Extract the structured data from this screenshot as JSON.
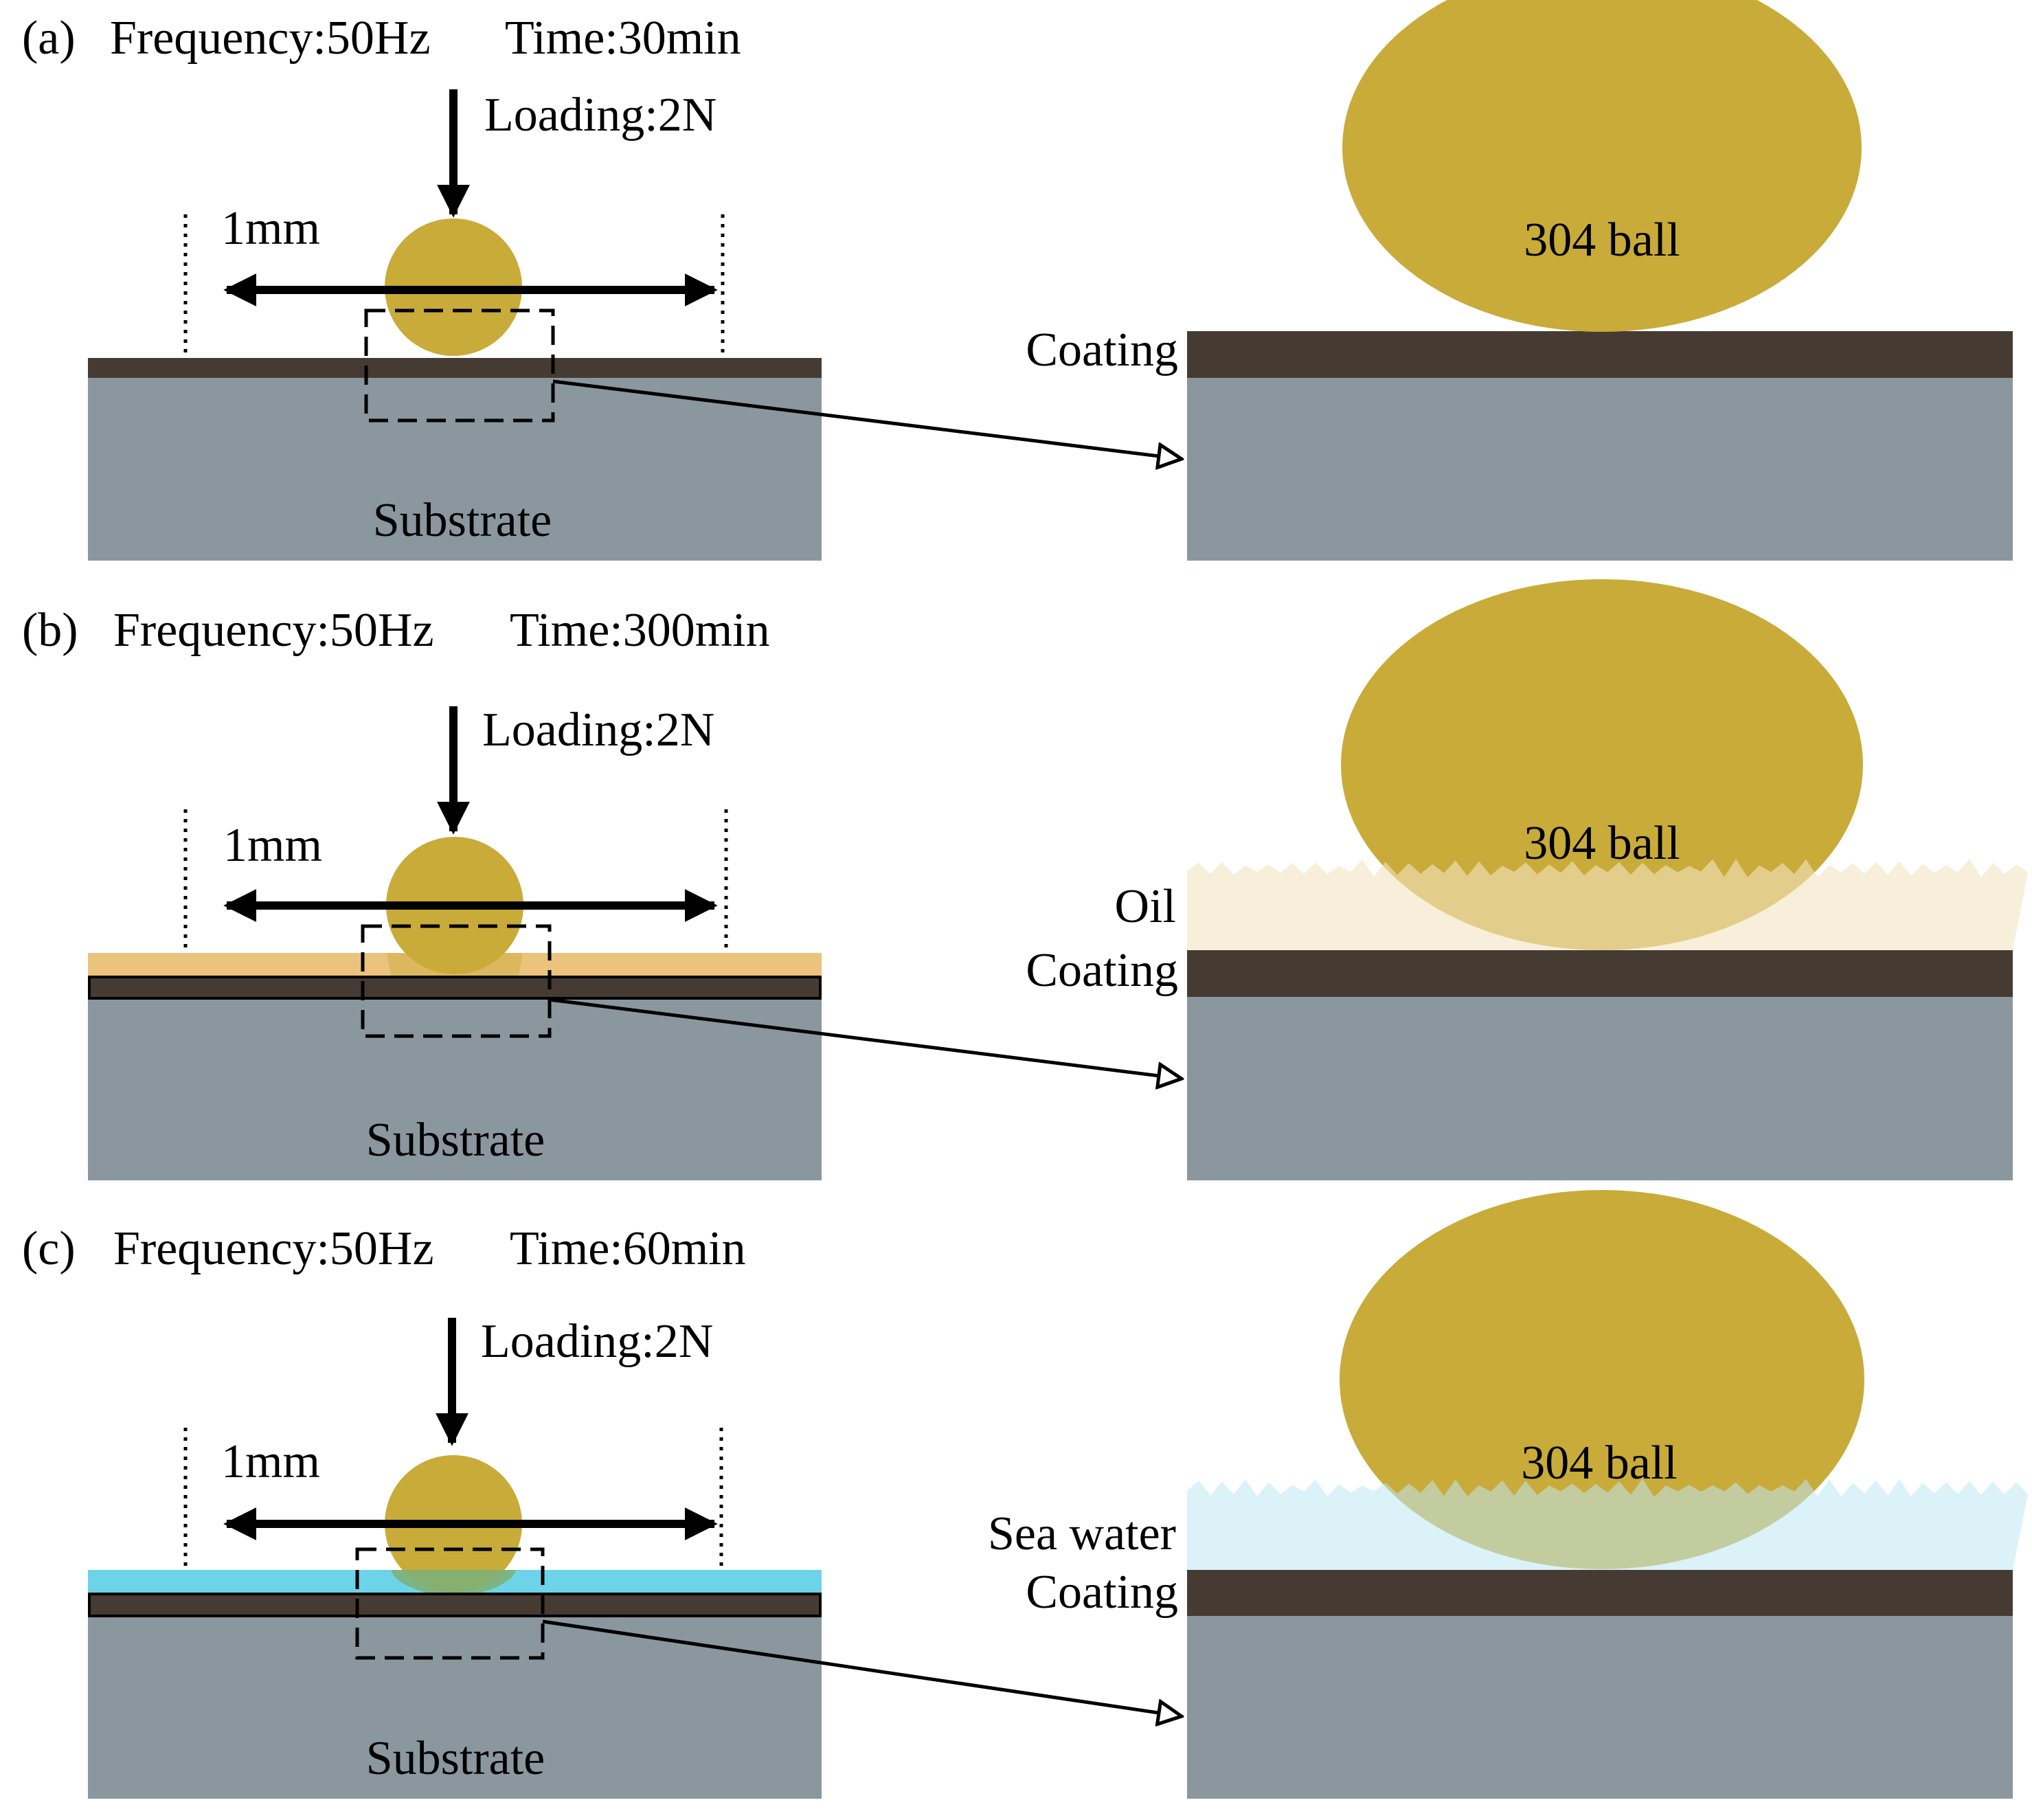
{
  "colors": {
    "ball": "#C8AB39",
    "coating": "#463B32",
    "substrate": "#8A979F",
    "oil": "#F4E4C2",
    "oil_strip": "#EBC37C",
    "sea_water": "#BEE8F2",
    "sea_water_strip": "#6DD3E8"
  },
  "panels": [
    {
      "letter": "(a)",
      "frequency": "Frequency:50Hz",
      "time": "Time:30min",
      "loading": "Loading:2N",
      "stroke": "1mm",
      "substrate": "Substrate",
      "ball": "304 ball",
      "coating": "Coating",
      "lubricant": "",
      "lubricant_type": "none"
    },
    {
      "letter": "(b)",
      "frequency": "Frequency:50Hz",
      "time": "Time:300min",
      "loading": "Loading:2N",
      "stroke": "1mm",
      "substrate": "Substrate",
      "ball": "304 ball",
      "coating": "Coating",
      "lubricant": "Oil",
      "lubricant_type": "oil"
    },
    {
      "letter": "(c)",
      "frequency": "Frequency:50Hz",
      "time": "Time:60min",
      "loading": "Loading:2N",
      "stroke": "1mm",
      "substrate": "Substrate",
      "ball": "304 ball",
      "coating": "Coating",
      "lubricant": "Sea water",
      "lubricant_type": "sea_water"
    }
  ]
}
